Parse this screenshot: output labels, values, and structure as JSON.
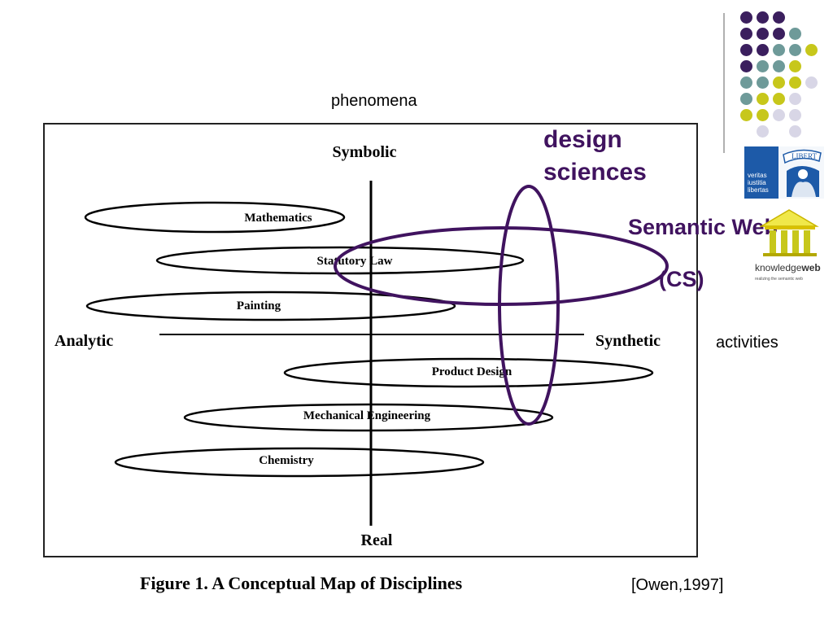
{
  "slide": {
    "phenomena_label": "phenomena",
    "activities_label": "activities",
    "citation": "[Owen,1997]"
  },
  "overlay": {
    "design_sciences_line1": "design",
    "design_sciences_line2": "sciences",
    "semantic_web": "Semantic Web",
    "cs": "(CS)",
    "color": "#40135f"
  },
  "figure": {
    "caption": "Figure 1. A Conceptual Map of Disciplines",
    "axis_top": "Symbolic",
    "axis_bottom": "Real",
    "axis_left": "Analytic",
    "axis_right": "Synthetic",
    "disciplines": {
      "mathematics": "Mathematics",
      "statutory_law": "Statutory Law",
      "painting": "Painting",
      "product_design": "Product Design",
      "mechanical_engineering": "Mechanical Engineering",
      "chemistry": "Chemistry"
    }
  },
  "logos": {
    "uva_motto_line1": "veritas",
    "uva_motto_line2": "iustitia",
    "uva_motto_line3": "libertas",
    "uva_banner": "LIBERT",
    "kweb_name_regular": "knowledge",
    "kweb_name_bold": "web",
    "kweb_tagline": "realizing the semantic web"
  },
  "theme_colors": {
    "dark_purple": "#3b1f5e",
    "teal": "#6e9a99",
    "olive": "#c7c71b",
    "lavender": "#d8d6e6"
  }
}
